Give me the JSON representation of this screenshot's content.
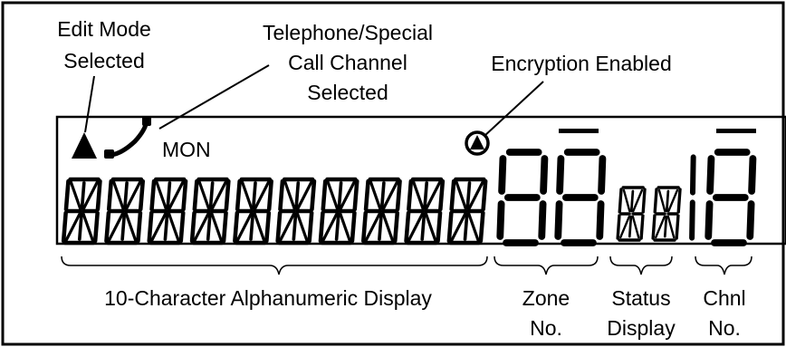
{
  "annotations": {
    "edit_mode_line1": "Edit Mode",
    "edit_mode_line2": "Selected",
    "telephone_line1": "Telephone/Special",
    "telephone_line2": "Call Channel",
    "telephone_line3": "Selected",
    "encryption": "Encryption Enabled"
  },
  "lcd": {
    "mode_text": "MON",
    "alphanumeric_char_count": 10,
    "zone_digits": "88",
    "status_char_count": 2,
    "channel_digits": "18",
    "icons": [
      "edit-mode-triangle-icon",
      "telephone-handset-icon",
      "encryption-circle-icon"
    ]
  },
  "captions": {
    "alpha_display": "10-Character Alphanumeric Display",
    "zone_line1": "Zone",
    "zone_line2": "No.",
    "status_line1": "Status",
    "status_line2": "Display",
    "chnl_line1": "Chnl",
    "chnl_line2": "No."
  },
  "colors": {
    "ink": "#000000",
    "background": "#ffffff"
  }
}
